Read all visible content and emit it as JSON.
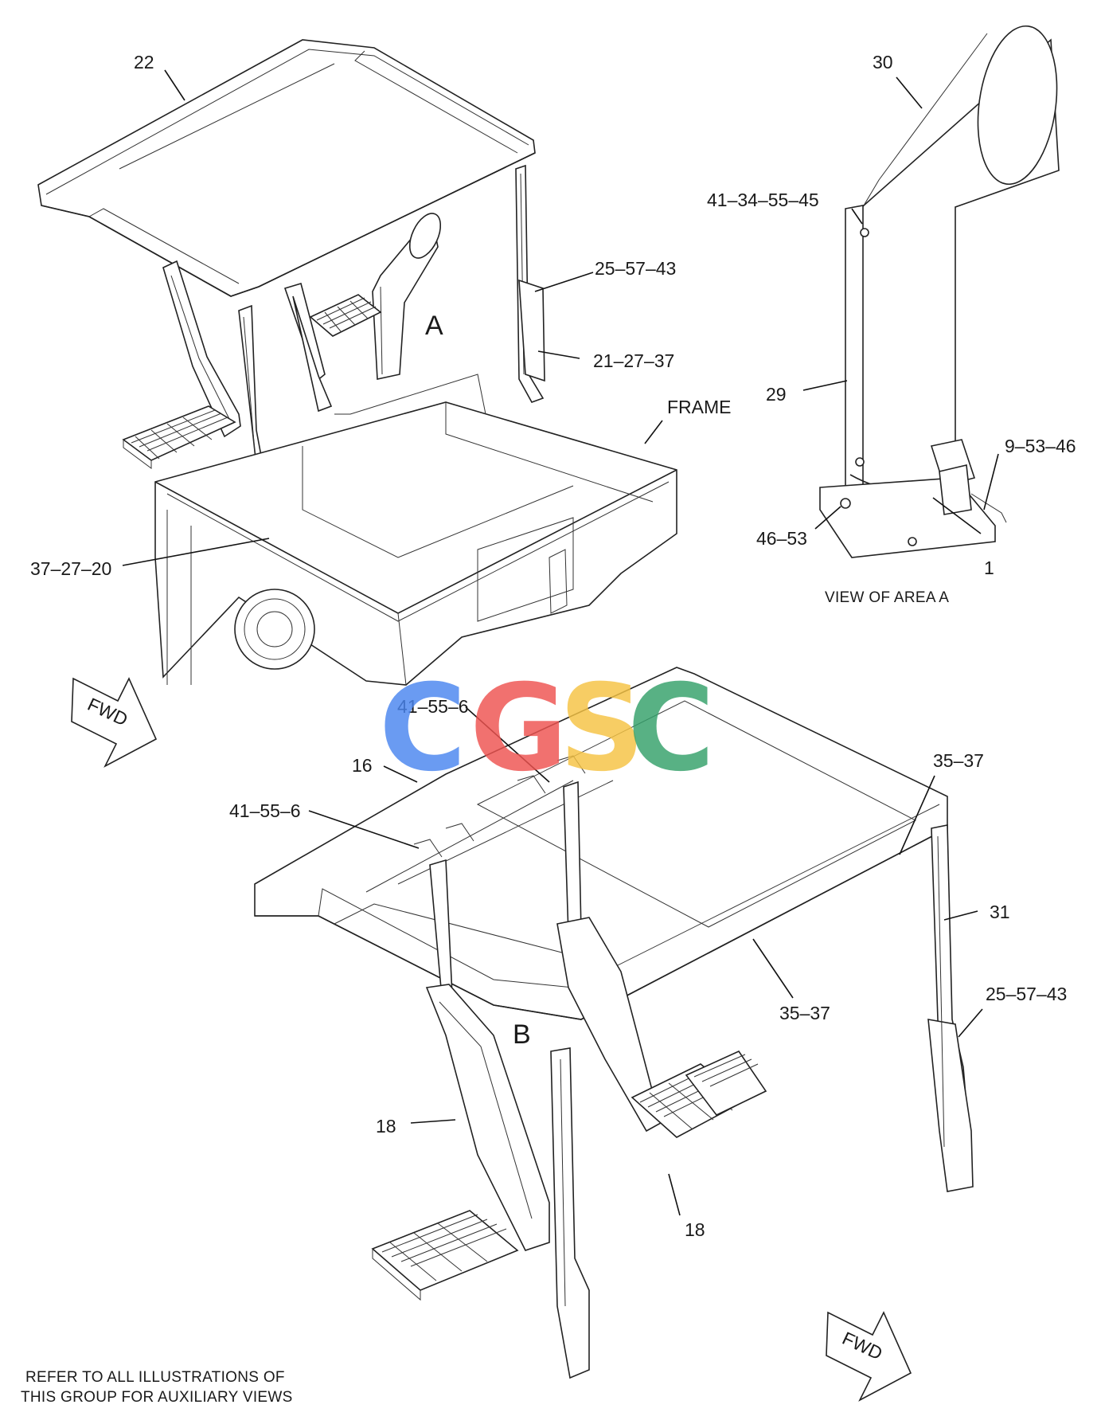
{
  "callouts": {
    "c22": "22",
    "c30": "30",
    "c25_57_43_top": "25–57–43",
    "c21_27_37": "21–27–37",
    "c41_34_55_45": "41–34–55–45",
    "c29": "29",
    "c9_53_46": "9–53–46",
    "c46_53": "46–53",
    "c1": "1",
    "c37_27_20": "37–27–20",
    "c41_55_6_top": "41–55–6",
    "c16": "16",
    "c41_55_6_left": "41–55–6",
    "c35_37_right": "35–37",
    "c31": "31",
    "c35_37_mid": "35–37",
    "c25_57_43_bottom": "25–57–43",
    "c18_left": "18",
    "c18_mid": "18"
  },
  "labels": {
    "frame": "FRAME",
    "area_a_marker": "A",
    "b_marker": "B",
    "view_of_area_a": "VIEW OF AREA  A",
    "fwd_top": "FWD",
    "fwd_bottom": "FWD",
    "note_line1": "REFER TO ALL ILLUSTRATIONS OF",
    "note_line2": "THIS GROUP FOR AUXILIARY VIEWS"
  },
  "watermark": {
    "letters": [
      "C",
      "G",
      "S",
      "C"
    ],
    "colors": [
      "#4a86f0",
      "#ef5350",
      "#f6c343",
      "#34a06a"
    ]
  }
}
